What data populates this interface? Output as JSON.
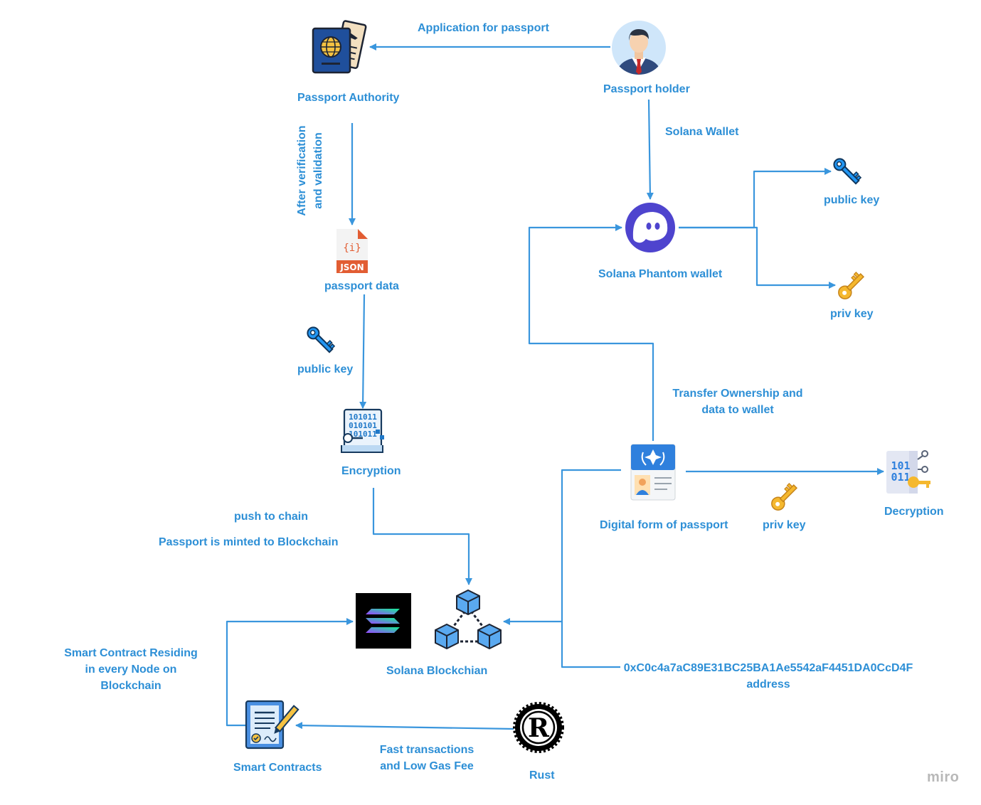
{
  "colors": {
    "accent": "#2d8fd6",
    "arrow": "#3a96dd",
    "key_blue": "#1e88e5",
    "key_gold": "#f5b82e",
    "phantom": "#4e44ce"
  },
  "nodes": {
    "passport_holder": {
      "label": "Passport holder",
      "icon": "businessman-icon"
    },
    "passport_authority": {
      "label": "Passport Authority",
      "icon": "passport-icon"
    },
    "passport_data": {
      "label": "passport data",
      "icon": "json-file-icon",
      "icon_text": "JSON"
    },
    "public_key_left": {
      "label": "public key",
      "icon": "blue-key-icon"
    },
    "encryption": {
      "label": "Encryption",
      "icon": "binary-document-icon"
    },
    "solana_blockchain": {
      "label": "Solana Blockchian",
      "icon": "blockchain-cubes-icon"
    },
    "solana_logo": {
      "icon": "solana-logo-icon"
    },
    "smart_contracts": {
      "label": "Smart Contracts",
      "icon": "contract-icon"
    },
    "rust": {
      "label": "Rust",
      "icon": "rust-logo-icon"
    },
    "phantom_wallet": {
      "label": "Solana Phantom wallet",
      "icon": "phantom-ghost-icon"
    },
    "public_key_right": {
      "label": "public key",
      "icon": "blue-key-icon"
    },
    "priv_key_right": {
      "label": "priv key",
      "icon": "gold-key-icon"
    },
    "digital_passport": {
      "label": "Digital form of passport",
      "icon": "id-card-icon"
    },
    "priv_key_bottom": {
      "label": "priv key",
      "icon": "gold-key-icon"
    },
    "decryption": {
      "label": "Decryption",
      "icon": "decryption-icon"
    }
  },
  "edge_labels": {
    "application": "Application for passport",
    "solana_wallet": "Solana Wallet",
    "verification_line1": "After verification",
    "verification_line2": "and validation",
    "push_to_chain": "push to chain",
    "minted": "Passport is minted to Blockchain",
    "transfer_line1": "Transfer Ownership and",
    "transfer_line2": "data to wallet",
    "smart_contract_line1": "Smart Contract Residing",
    "smart_contract_line2": "in every Node on",
    "smart_contract_line3": "Blockchain",
    "fast_line1": "Fast transactions",
    "fast_line2": "and Low Gas Fee",
    "address_value": "0xC0c4a7aC89E31BC25BA1Ae5542aF4451DA0CcD4F",
    "address_label": "address"
  },
  "watermark": "miro"
}
